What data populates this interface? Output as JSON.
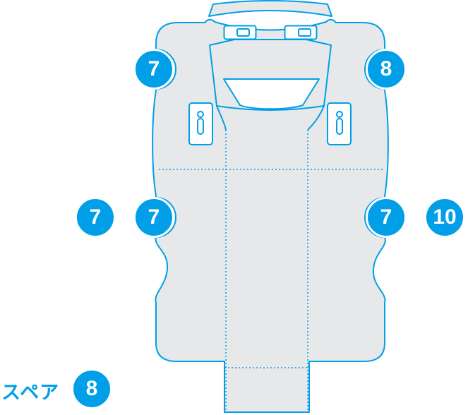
{
  "colors": {
    "accent": "#009FE8",
    "panel_fill": "#E7E8EA",
    "background": "#FFFFFF",
    "badge_text": "#FFFFFF"
  },
  "badges": [
    {
      "name": "top-left",
      "value": "7"
    },
    {
      "name": "top-right",
      "value": "8"
    },
    {
      "name": "mid-left-outer",
      "value": "7"
    },
    {
      "name": "mid-left-inner",
      "value": "7"
    },
    {
      "name": "mid-right-inner",
      "value": "7"
    },
    {
      "name": "mid-right-outer",
      "value": "10"
    },
    {
      "name": "spare",
      "value": "8"
    }
  ],
  "labels": {
    "spare": "スペア"
  }
}
